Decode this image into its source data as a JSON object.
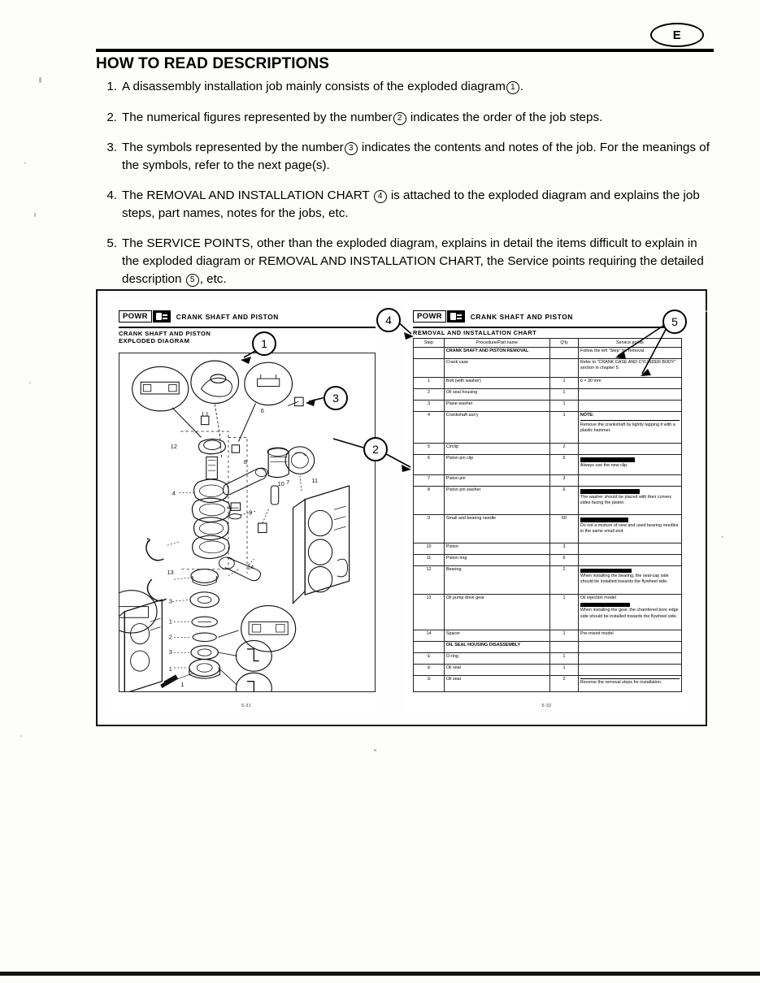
{
  "page": {
    "corner_marker": "E",
    "heading": "HOW TO READ DESCRIPTIONS",
    "items": [
      {
        "num": "1.",
        "pre": "A disassembly installation job mainly consists of the exploded diagram",
        "circ": "1",
        "post": "."
      },
      {
        "num": "2.",
        "pre": "The numerical figures represented by the number",
        "circ": "2",
        "post": "indicates the order of the job steps."
      },
      {
        "num": "3.",
        "pre": "The symbols represented by the number",
        "circ": "3",
        "post": "indicates the contents and notes of the job. For the meanings of the symbols, refer to the next page(s)."
      },
      {
        "num": "4.",
        "pre": "The REMOVAL AND INSTALLATION CHART",
        "circ": "4",
        "post": "is attached to the exploded diagram and explains the job steps, part names, notes for the jobs, etc."
      },
      {
        "num": "5.",
        "pre": "The SERVICE POINTS, other than the exploded diagram, explains in detail the items difficult to explain in the exploded diagram or REMOVAL AND INSTALLATION CHART, the Service points requiring the detailed description",
        "circ": "5",
        "post": ", etc."
      }
    ]
  },
  "figure": {
    "callouts": [
      {
        "id": "1",
        "label": "1"
      },
      {
        "id": "2",
        "label": "2"
      },
      {
        "id": "3",
        "label": "3"
      },
      {
        "id": "4",
        "label": "4"
      },
      {
        "id": "5",
        "label": "5"
      }
    ],
    "left_page": {
      "badge": "POWR",
      "badge_icon": "engine-icon",
      "header_title": "CRANK SHAFT AND PISTON",
      "subtitle_line1": "CRANK SHAFT AND PISTON",
      "subtitle_line2": "EXPLODED DIAGRAM",
      "page_number": "5-31",
      "diagram_part_numbers": [
        "1",
        "2",
        "3",
        "4",
        "5",
        "6",
        "7",
        "8",
        "9",
        "10",
        "11",
        "12",
        "13",
        "14"
      ]
    },
    "right_page": {
      "badge": "POWR",
      "badge_icon": "engine-icon",
      "header_title": "CRANK SHAFT AND PISTON",
      "chart_label": "REMOVAL AND INSTALLATION CHART",
      "page_number": "5-32",
      "columns": [
        "Step",
        "Procedure/Part name",
        "Q'ty",
        "Service points"
      ],
      "rows": [
        {
          "step": "",
          "name": "CRANK SHAFT AND PISTON REMOVAL",
          "name_bold": true,
          "qty": "",
          "service": "Follow the left \"Step\" for removal."
        },
        {
          "step": "",
          "name": "Crank case",
          "qty": "",
          "service": "Refer to \"CRANK CASE AND CYLINDER BODY\" section in chapter 5."
        },
        {
          "step": "1",
          "name": "Bolt (with washer)",
          "qty": "1",
          "service": "6 × 30 mm"
        },
        {
          "step": "2",
          "name": "Oil seal housing",
          "qty": "1",
          "service": ""
        },
        {
          "step": "3",
          "name": "Plane washer",
          "qty": "1",
          "service": ""
        },
        {
          "step": "4",
          "name": "Crankshaft ass'y",
          "qty": "1",
          "service_note_label": "NOTE:",
          "service": "Remove the crankshaft by lightly tapping it with a plastic hammer."
        },
        {
          "step": "5",
          "name": "Circlip",
          "qty": "2",
          "service": ""
        },
        {
          "step": "6",
          "name": "Piston pin clip",
          "qty": "6",
          "service_caution": true,
          "service": "Always use the new clip."
        },
        {
          "step": "7",
          "name": "Piston pin",
          "qty": "3",
          "service": ""
        },
        {
          "step": "8",
          "name": "Piston pin washer",
          "qty": "6",
          "service_caution": true,
          "service": "The washer should be placed with their convex sides facing the piston."
        },
        {
          "step": "9",
          "name": "Small and bearing needle",
          "qty": "60",
          "service_caution": true,
          "service": "Do not a mixture of new and used bearing needles in the same small end."
        },
        {
          "step": "10",
          "name": "Piston",
          "qty": "3",
          "service": ""
        },
        {
          "step": "11",
          "name": "Piston ring",
          "qty": "6",
          "service": ""
        },
        {
          "step": "12",
          "name": "Bearing",
          "qty": "2",
          "service_caution": true,
          "service": "When installing the bearing, the seal-cap side should be installed towards the flywheel side."
        },
        {
          "step": "13",
          "name": "Oil pump drive gear",
          "qty": "1",
          "service_pre": "Oil injection model",
          "service_caution": true,
          "service": "When installing the gear, the chamfered bore edge side should be installed towards the flywheel side."
        },
        {
          "step": "14",
          "name": "Spacer",
          "qty": "1",
          "service": "Pre-mixed model"
        },
        {
          "step": "",
          "name": "OIL SEAL HOUSING DISASSEMBLY",
          "name_bold": true,
          "qty": "",
          "service": ""
        },
        {
          "step": "①",
          "name": "O-ring",
          "qty": "1",
          "service": ""
        },
        {
          "step": "②",
          "name": "Oil seal",
          "qty": "1",
          "service": ""
        },
        {
          "step": "③",
          "name": "Oil seal",
          "qty": "2",
          "service": "Reverse the removal steps for installation."
        }
      ]
    }
  }
}
